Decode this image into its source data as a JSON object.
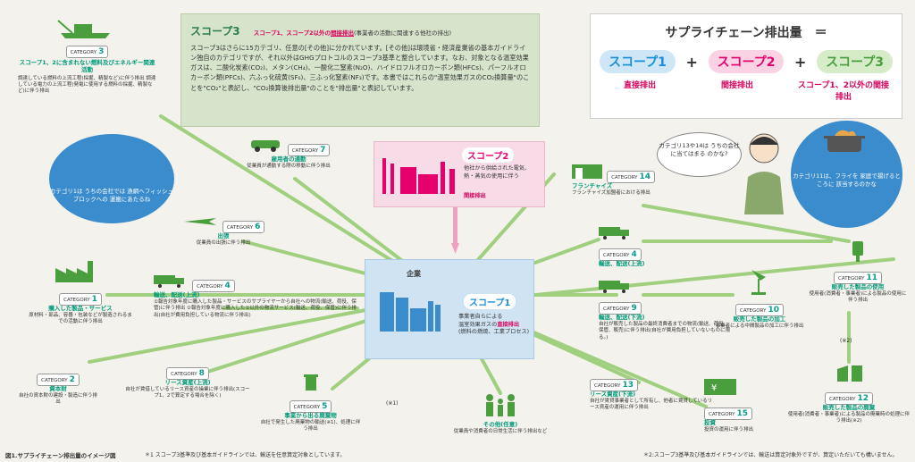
{
  "scope3": {
    "title": "スコープ3",
    "subtitle_a": "スコープ1、スコープ2以外の",
    "subtitle_b": "間接排出",
    "subtitle_c": "(事業者の活動に関連する他社の排出)",
    "body": "スコープ3はさらに15カテゴリ、任意の[その他]に分かれています。[その他]は環境省・経済産業省の基本ガイドライン独自のカテゴリですが、それ以外はGHGプロトコルのスコープ3基準と整合しています。なお、対象となる温室効果ガスは、二酸化炭素(CO₂)、メタン(CH₄)、一酸化二窒素(N₂O)、ハイドロフルオロカーボン類(HFCs)、パーフルオロカーボン類(PFCs)、六ふっ化硫黄(SF₆)、三ふっ化窒素(NF₃)です。本書ではこれらの\"温室効果ガスのCO₂換算量\"のことを\"CO₂\"と表記し、\"CO₂換算後排出量\"のことを\"排出量\"と表記しています。"
  },
  "formula": {
    "heading": "サプライチェーン排出量　＝",
    "scope1": "スコープ1",
    "scope1_sub": "直接排出",
    "plus": "+",
    "scope2": "スコープ2",
    "scope2_sub": "間接排出",
    "scope3": "スコープ3",
    "scope3_sub": "スコープ1、2以外の間接排出",
    "colors": {
      "scope1": "#1a8fd8",
      "scope2": "#e5006e",
      "scope3": "#4a9e3e"
    }
  },
  "scope2": {
    "title": "スコープ2",
    "desc": "他社から供給された電気、熱・蒸気の使用に伴う",
    "tag": "間接排出"
  },
  "company": {
    "label": "企業",
    "scope1": "スコープ1",
    "desc_a": "事業者自らによる",
    "desc_b": "温室効果ガスの",
    "desc_c": "直接排出",
    "desc_d": "(燃料の燃焼、工業プロセス)"
  },
  "categories": [
    {
      "tag": "CATEGORY",
      "num": "3",
      "title": "スコープ1、2に含まれない燃料及びエネルギー関連活動",
      "desc": "調達している燃料の上流工程(採掘、精製など)に伴う排出 調達している電力の上流工程(発電に使用する燃料の採掘、精製など)に伴う排出"
    },
    {
      "tag": "CATEGORY",
      "num": "7",
      "title": "雇用者の通勤",
      "desc": "従業員が通勤する際の移動に伴う排出"
    },
    {
      "tag": "CATEGORY",
      "num": "6",
      "title": "出張",
      "desc": "従業員の出張に伴う排出"
    },
    {
      "tag": "CATEGORY",
      "num": "1",
      "title": "購入した製品・サービス",
      "desc": "原材料・部品、容器・包装などが製造されるまでの活動に伴う排出"
    },
    {
      "tag": "CATEGORY",
      "num": "4",
      "title": "輸送、配送(上流)",
      "desc": "①報告対象年度に購入した製品・サービスのサプライヤーから自社への物流(輸送、荷役、保管)に伴う排出 ②報告対象年度に購入した①以外の物流サービス(輸送、荷役、保管)に伴う排出(自社が費用負担している物流に伴う排出)"
    },
    {
      "tag": "CATEGORY",
      "num": "2",
      "title": "資本財",
      "desc": "自社の資本財の建設・製造に伴う排出"
    },
    {
      "tag": "CATEGORY",
      "num": "8",
      "title": "リース資産(上流)",
      "desc": "自社が賃借しているリース資産の操業に伴う排出(スコープ1、2で算定する場合を除く)"
    },
    {
      "tag": "CATEGORY",
      "num": "5",
      "title": "事業から出る廃棄物",
      "desc": "自社で発生した廃棄物の輸送(※1)、処理に伴う排出"
    },
    {
      "tag": "CATEGORY",
      "num": "14",
      "title": "フランチャイズ",
      "desc": "フランチャイズ加盟者における排出"
    },
    {
      "tag": "CATEGORY",
      "num": "4",
      "title": "輸送、配送(上流)",
      "desc": ""
    },
    {
      "tag": "CATEGORY",
      "num": "9",
      "title": "輸送、配送(下流)",
      "desc": "自社が販売した製品の最終消費者までの物流(輸送、荷役、保管、販売)に伴う排出(自社が費用負担していないものに限る。)"
    },
    {
      "tag": "CATEGORY",
      "num": "10",
      "title": "販売した製品の加工",
      "desc": "事業者による中間製品の加工に伴う排出"
    },
    {
      "tag": "CATEGORY",
      "num": "11",
      "title": "販売した製品の使用",
      "desc": "使用者(消費者・事業者)による製品の使用に伴う排出"
    },
    {
      "tag": "CATEGORY",
      "num": "13",
      "title": "リース資産(下流)",
      "desc": "自社が賃貸事業者として所有し、他者に賃貸しているリース資産の運用に伴う排出"
    },
    {
      "tag": "CATEGORY",
      "num": "15",
      "title": "投資",
      "desc": "投資の運用に伴う排出"
    },
    {
      "tag": "CATEGORY",
      "num": "12",
      "title": "販売した製品の廃棄",
      "desc": "使用者(消費者・事業者)による製品の廃棄時の処理に伴う排出(※2)"
    }
  ],
  "other": {
    "title": "その他(任意)",
    "desc": "従業員や消費者の日常生活に伴う排出など"
  },
  "bubbles": {
    "fish": "カテゴリ1は うちの会社では 漁網へフィッシュブロックへの 運搬にあたるね",
    "man": "カテゴリ13や14は うちの会社に当てはまる のかな?",
    "cooking": "カテゴリ11は、フライを 家庭で揚げるところに 該当するのかな"
  },
  "notes": {
    "n1": "(※1)",
    "n2": "(※2)"
  },
  "footer": {
    "caption": "図1.サプライチェーン排出量のイメージ図",
    "note1": "＊1 スコープ3基準及び基本ガイドラインでは、輸送を任意算定対象としています。",
    "note2": "＊2:スコープ3基準及び基本ガイドラインでは、輸送は算定対象外ですが、算定いただいても構いません。"
  },
  "icons": [
    "ship-icon",
    "truck-icon",
    "car-icon",
    "factory-icon",
    "airplane-icon",
    "building-icon",
    "trash-icon",
    "money-icon",
    "family-icon",
    "store-icon",
    "lamp-icon",
    "bag-icon",
    "cooking-pot-icon",
    "person-icon"
  ]
}
